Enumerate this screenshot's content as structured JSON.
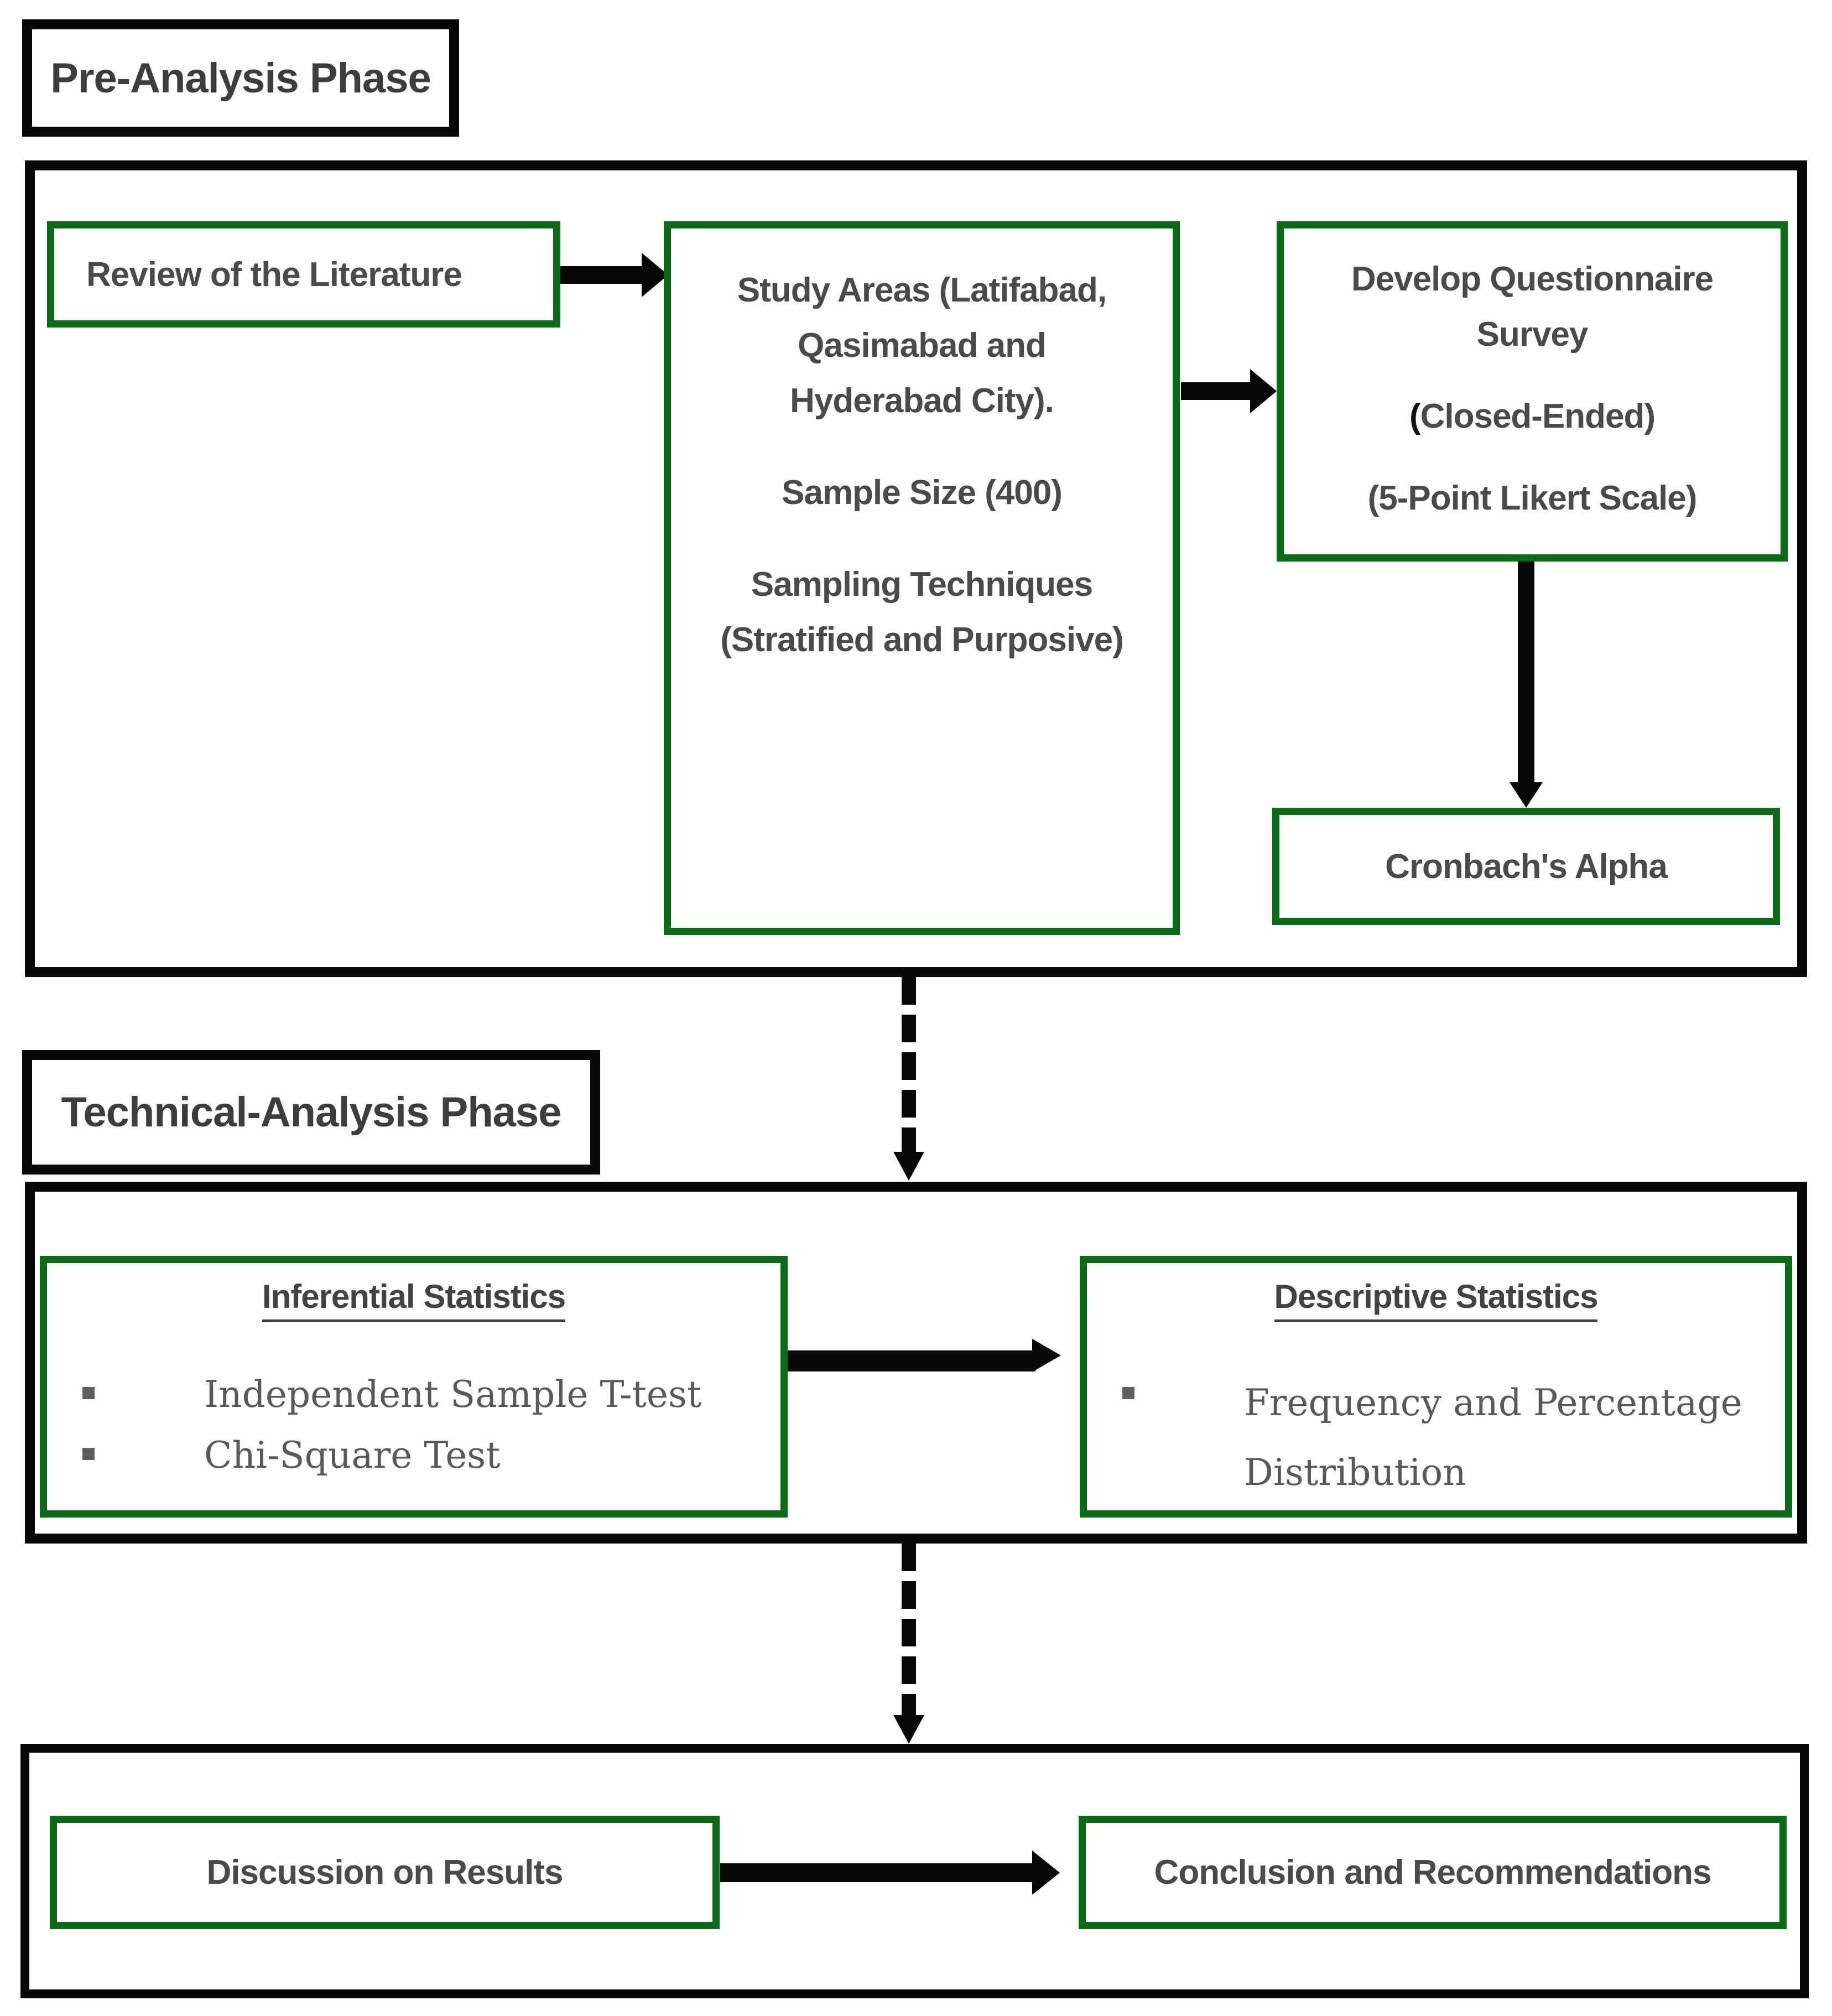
{
  "colors": {
    "accent_green": "#0a6b14",
    "border_black": "#070707",
    "heading_text": "#3d3d3d",
    "body_text": "#4a4a4a",
    "serif_text": "#595959",
    "background": "#fdfdfd"
  },
  "phase1": {
    "label": "Pre-Analysis Phase"
  },
  "pre_analysis": {
    "review_box": "Review of the Literature",
    "study_box": {
      "area_lines": [
        "Study Areas (Latifabad,",
        "Qasimabad and",
        "Hyderabad City)."
      ],
      "sample": "Sample Size (400)",
      "sampling_lines": [
        "Sampling Techniques",
        "(Stratified and Purposive)"
      ]
    },
    "develop_box": {
      "line1": "Develop Questionnaire",
      "line2": "Survey",
      "line3_prefix": "(",
      "line3_rest": "Closed-Ended)",
      "line4": "(5-Point Likert Scale)"
    },
    "cronbach_box": "Cronbach's Alpha"
  },
  "phase2": {
    "label": "Technical-Analysis Phase"
  },
  "technical": {
    "inferential": {
      "title": "Inferential Statistics",
      "bullets": [
        "Independent Sample T-test",
        "Chi-Square Test"
      ]
    },
    "descriptive": {
      "title": "Descriptive Statistics",
      "bullets": [
        "Frequency and Percentage Distribution"
      ]
    }
  },
  "results": {
    "discussion": "Discussion on Results",
    "conclusion": "Conclusion and Recommendations"
  }
}
